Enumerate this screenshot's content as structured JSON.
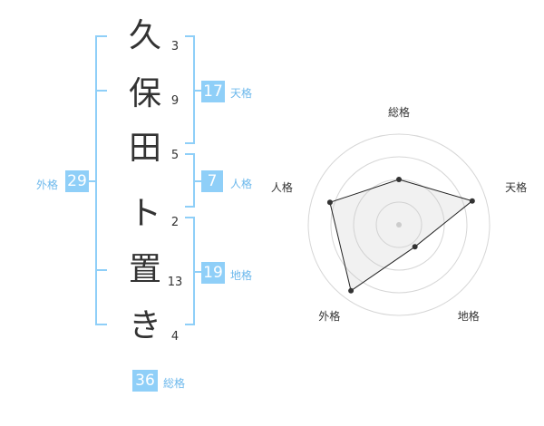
{
  "colors": {
    "accent": "#8fcff8",
    "label": "#6cb8ec",
    "text": "#333333"
  },
  "name": {
    "surname": [
      {
        "char": "久",
        "strokes": "3"
      },
      {
        "char": "保",
        "strokes": "9"
      },
      {
        "char": "田",
        "strokes": "5"
      }
    ],
    "given": [
      {
        "char": "ト",
        "strokes": "2"
      },
      {
        "char": "置",
        "strokes": "13"
      },
      {
        "char": "き",
        "strokes": "4"
      }
    ]
  },
  "fortunes": {
    "tenkaku": {
      "value": "17",
      "label": "天格"
    },
    "jinkaku": {
      "value": "7",
      "label": "人格"
    },
    "chikaku": {
      "value": "19",
      "label": "地格"
    },
    "gaikaku": {
      "value": "29",
      "label": "外格"
    },
    "soukaku": {
      "value": "36",
      "label": "総格"
    }
  },
  "radar": {
    "axes": [
      "総格",
      "天格",
      "地格",
      "外格",
      "人格"
    ],
    "levels": [
      0.5,
      0.85,
      0.3,
      0.9,
      0.8
    ],
    "rings": 4
  }
}
